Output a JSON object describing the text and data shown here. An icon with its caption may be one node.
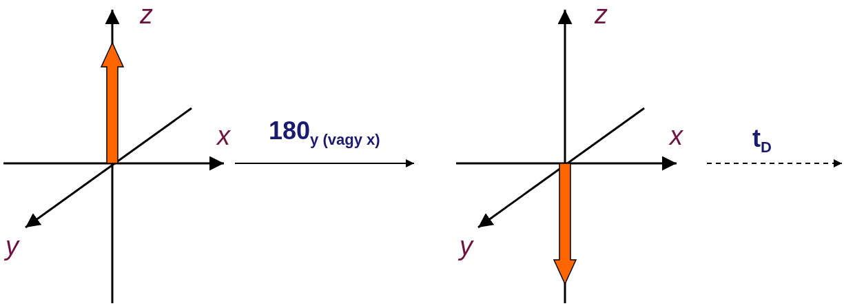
{
  "diagram": {
    "nodes": [
      {
        "text": [],
        "shape": "picture"
      },
      {
        "text": [],
        "shape": "picture"
      }
    ],
    "edges": [
      {
        "from": 0,
        "to": 1,
        "arrow": "to",
        "label": "180$_{y (vagy x)}$"
      },
      {
        "from": 1,
        "to": null,
        "arrow": "to",
        "label": "t$_{D}$",
        "style": "dashed"
      }
    ],
    "labels": [
      "z",
      "x",
      "y",
      "z",
      "x",
      "y"
    ]
  }
}
